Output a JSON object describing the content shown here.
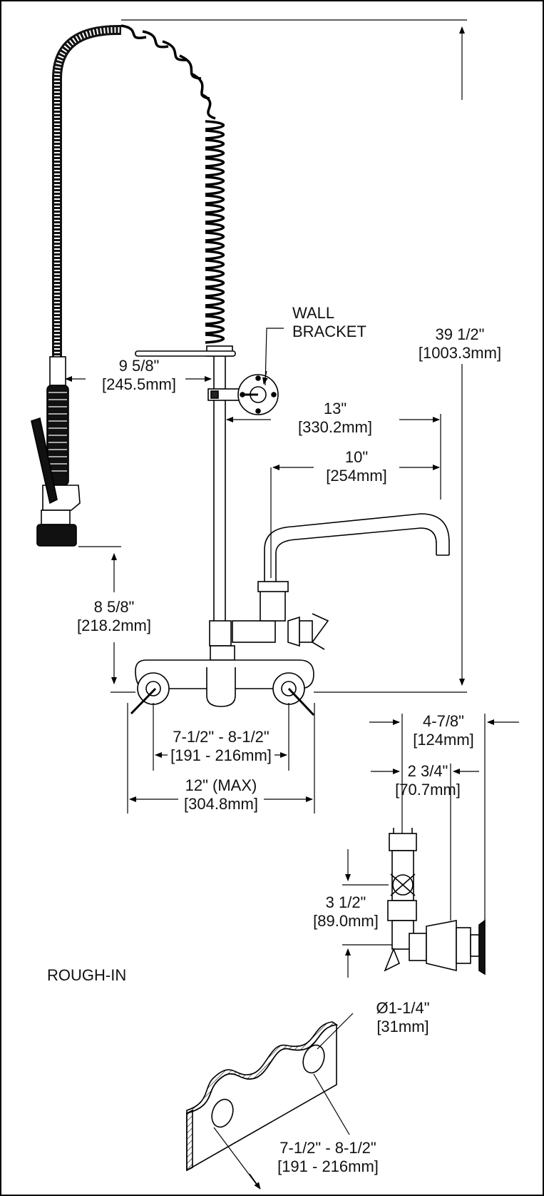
{
  "callouts": {
    "wall_bracket": [
      "WALL",
      "BRACKET"
    ],
    "rough_in": "ROUGH-IN"
  },
  "dimensions": {
    "height_total": {
      "imperial": "39 1/2\"",
      "metric": "[1003.3mm]"
    },
    "pre_rinse_offset": {
      "imperial": "9 5/8\"",
      "metric": "[245.5mm]"
    },
    "reach_13": {
      "imperial": "13\"",
      "metric": "[330.2mm]"
    },
    "spout_10": {
      "imperial": "10\"",
      "metric": "[254mm]"
    },
    "spray_height": {
      "imperial": "8 5/8\"",
      "metric": "[218.2mm]"
    },
    "centers": {
      "imperial": "7-1/2\" - 8-1/2\"",
      "metric": "[191 - 216mm]"
    },
    "width_max": {
      "imperial": "12\" (MAX)",
      "metric": "[304.8mm]"
    },
    "projection": {
      "imperial": "4-7/8\"",
      "metric": "[124mm]"
    },
    "side_offset": {
      "imperial": "2 3/4\"",
      "metric": "[70.7mm]"
    },
    "valve_height": {
      "imperial": "3 1/2\"",
      "metric": "[89.0mm]"
    },
    "hole_dia": {
      "imperial": "Ø1-1/4\"",
      "metric": "[31mm]"
    },
    "rough_centers": {
      "imperial": "7-1/2\" - 8-1/2\"",
      "metric": "[191 - 216mm]"
    }
  }
}
